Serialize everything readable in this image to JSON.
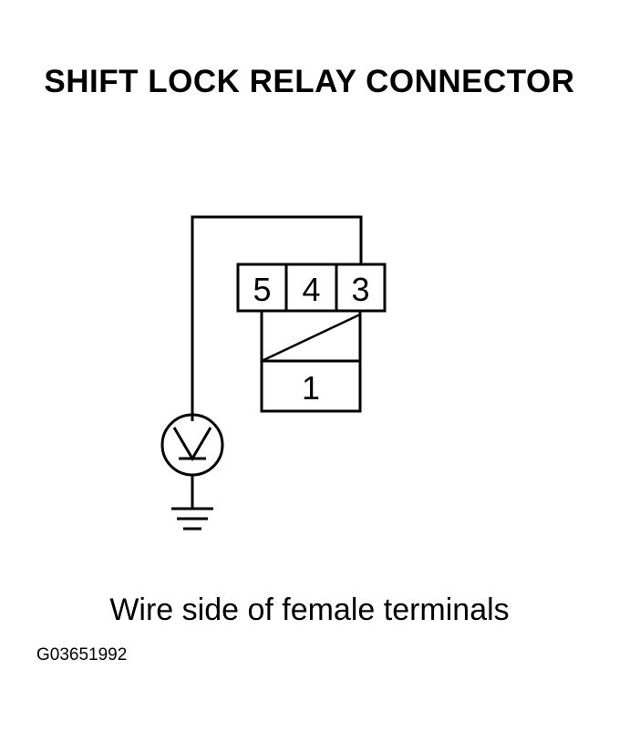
{
  "title": "SHIFT LOCK RELAY CONNECTOR",
  "connector": {
    "top_row_pins": [
      "5",
      "4",
      "3"
    ],
    "bottom_pin": "1"
  },
  "meter_icon": "voltmeter-icon",
  "ground_icon": "ground-symbol-icon",
  "caption": "Wire side of female terminals",
  "figure_id": "G03651992",
  "colors": {
    "ink": "#000000",
    "background": "#ffffff"
  }
}
